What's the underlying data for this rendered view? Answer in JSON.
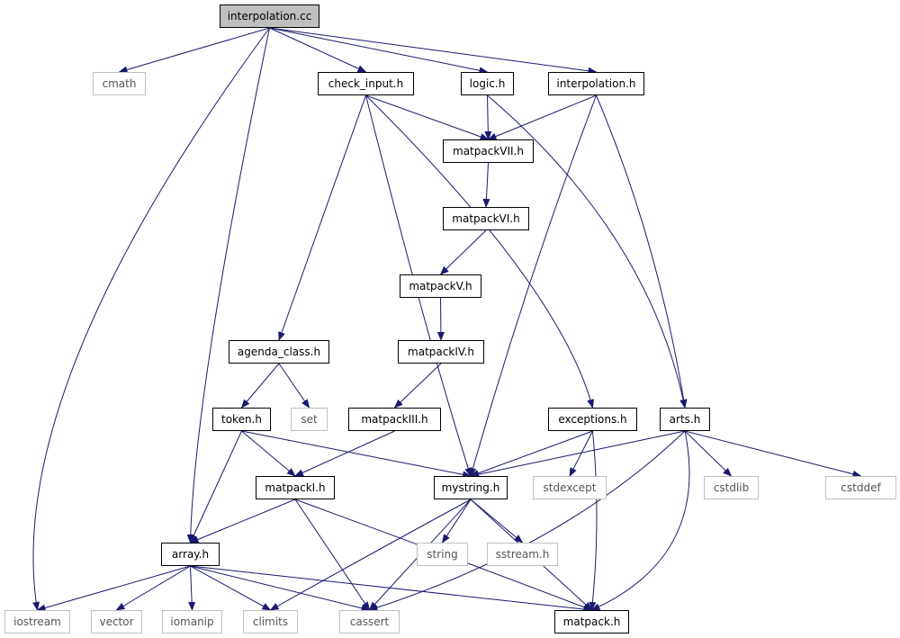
{
  "diagram": {
    "colors": {
      "edge": "#191970",
      "node_border": "#000000",
      "system_border": "#bfbfbf",
      "root_fill": "#bfbfbf"
    },
    "nodes": [
      {
        "id": "interpolation_cc",
        "label": "interpolation.cc",
        "kind": "root"
      },
      {
        "id": "cmath",
        "label": "cmath",
        "kind": "system"
      },
      {
        "id": "check_input_h",
        "label": "check_input.h",
        "kind": "file"
      },
      {
        "id": "logic_h",
        "label": "logic.h",
        "kind": "file"
      },
      {
        "id": "interpolation_h",
        "label": "interpolation.h",
        "kind": "file"
      },
      {
        "id": "matpackVII_h",
        "label": "matpackVII.h",
        "kind": "file"
      },
      {
        "id": "matpackVI_h",
        "label": "matpackVI.h",
        "kind": "file"
      },
      {
        "id": "matpackV_h",
        "label": "matpackV.h",
        "kind": "file"
      },
      {
        "id": "matpackIV_h",
        "label": "matpackIV.h",
        "kind": "file"
      },
      {
        "id": "agenda_class_h",
        "label": "agenda_class.h",
        "kind": "file"
      },
      {
        "id": "token_h",
        "label": "token.h",
        "kind": "file"
      },
      {
        "id": "set",
        "label": "set",
        "kind": "system"
      },
      {
        "id": "matpackIII_h",
        "label": "matpackIII.h",
        "kind": "file"
      },
      {
        "id": "exceptions_h",
        "label": "exceptions.h",
        "kind": "file"
      },
      {
        "id": "arts_h",
        "label": "arts.h",
        "kind": "file"
      },
      {
        "id": "matpackI_h",
        "label": "matpackI.h",
        "kind": "file"
      },
      {
        "id": "mystring_h",
        "label": "mystring.h",
        "kind": "file"
      },
      {
        "id": "stdexcept",
        "label": "stdexcept",
        "kind": "system"
      },
      {
        "id": "cstdlib",
        "label": "cstdlib",
        "kind": "system"
      },
      {
        "id": "cstddef",
        "label": "cstddef",
        "kind": "system"
      },
      {
        "id": "array_h",
        "label": "array.h",
        "kind": "file"
      },
      {
        "id": "string",
        "label": "string",
        "kind": "system"
      },
      {
        "id": "sstream_h",
        "label": "sstream.h",
        "kind": "system"
      },
      {
        "id": "iostream",
        "label": "iostream",
        "kind": "system"
      },
      {
        "id": "vector",
        "label": "vector",
        "kind": "system"
      },
      {
        "id": "iomanip",
        "label": "iomanip",
        "kind": "system"
      },
      {
        "id": "climits",
        "label": "climits",
        "kind": "system"
      },
      {
        "id": "cassert",
        "label": "cassert",
        "kind": "system"
      },
      {
        "id": "matpack_h",
        "label": "matpack.h",
        "kind": "file"
      }
    ],
    "edges": [
      [
        "interpolation_cc",
        "cmath"
      ],
      [
        "interpolation_cc",
        "check_input_h"
      ],
      [
        "interpolation_cc",
        "logic_h"
      ],
      [
        "interpolation_cc",
        "interpolation_h"
      ],
      [
        "interpolation_cc",
        "iostream"
      ],
      [
        "interpolation_cc",
        "array_h"
      ],
      [
        "check_input_h",
        "matpackVII_h"
      ],
      [
        "check_input_h",
        "agenda_class_h"
      ],
      [
        "check_input_h",
        "mystring_h"
      ],
      [
        "check_input_h",
        "exceptions_h"
      ],
      [
        "logic_h",
        "matpackVII_h"
      ],
      [
        "logic_h",
        "arts_h"
      ],
      [
        "interpolation_h",
        "matpackVII_h"
      ],
      [
        "interpolation_h",
        "mystring_h"
      ],
      [
        "interpolation_h",
        "arts_h"
      ],
      [
        "matpackVII_h",
        "matpackVI_h"
      ],
      [
        "matpackVI_h",
        "matpackV_h"
      ],
      [
        "matpackV_h",
        "matpackIV_h"
      ],
      [
        "matpackIV_h",
        "matpackIII_h"
      ],
      [
        "matpackIII_h",
        "matpackI_h"
      ],
      [
        "agenda_class_h",
        "token_h"
      ],
      [
        "agenda_class_h",
        "set"
      ],
      [
        "token_h",
        "matpackI_h"
      ],
      [
        "token_h",
        "mystring_h"
      ],
      [
        "token_h",
        "array_h"
      ],
      [
        "exceptions_h",
        "mystring_h"
      ],
      [
        "exceptions_h",
        "stdexcept"
      ],
      [
        "exceptions_h",
        "matpack_h"
      ],
      [
        "arts_h",
        "mystring_h"
      ],
      [
        "arts_h",
        "cstdlib"
      ],
      [
        "arts_h",
        "cstddef"
      ],
      [
        "arts_h",
        "cassert"
      ],
      [
        "arts_h",
        "matpack_h"
      ],
      [
        "matpackI_h",
        "array_h"
      ],
      [
        "matpackI_h",
        "cassert"
      ],
      [
        "matpackI_h",
        "matpack_h"
      ],
      [
        "mystring_h",
        "string"
      ],
      [
        "mystring_h",
        "sstream_h"
      ],
      [
        "mystring_h",
        "climits"
      ],
      [
        "mystring_h",
        "cassert"
      ],
      [
        "mystring_h",
        "matpack_h"
      ],
      [
        "array_h",
        "iostream"
      ],
      [
        "array_h",
        "vector"
      ],
      [
        "array_h",
        "iomanip"
      ],
      [
        "array_h",
        "climits"
      ],
      [
        "array_h",
        "cassert"
      ],
      [
        "array_h",
        "matpack_h"
      ]
    ]
  }
}
